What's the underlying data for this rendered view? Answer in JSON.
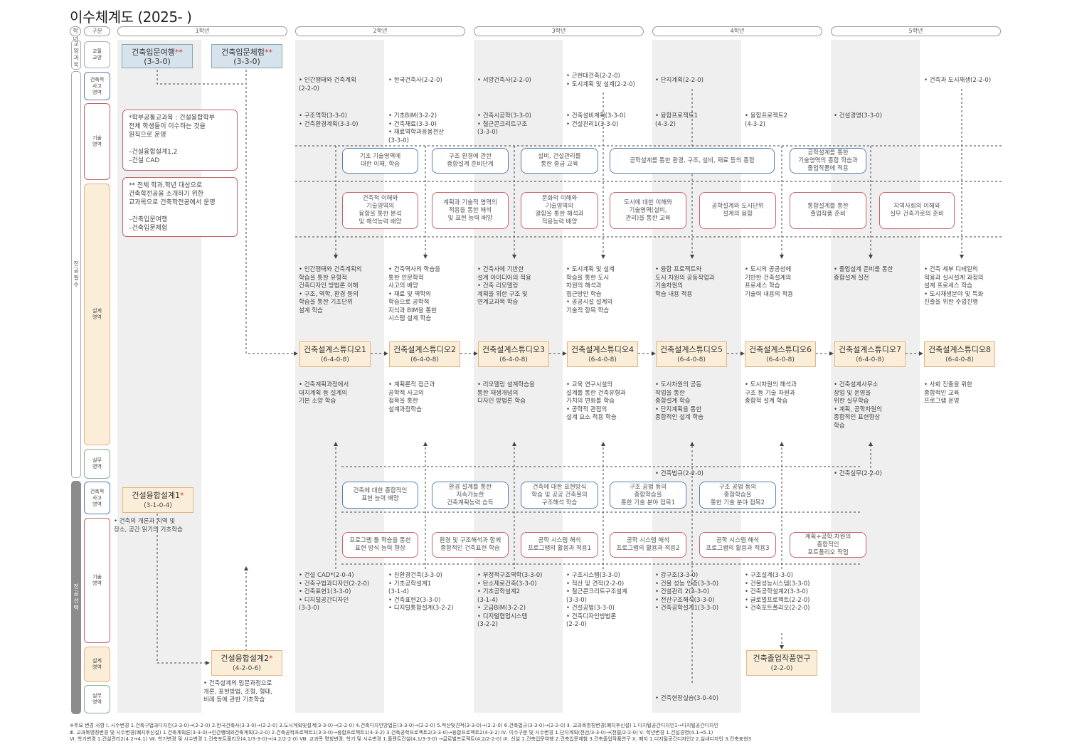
{
  "title": "이수체계도 (2025- )",
  "header": {
    "col_year": "학년",
    "col_type": "구분",
    "years": [
      "1학년",
      "2학년",
      "3학년",
      "4학년",
      "5학년"
    ]
  },
  "left_groups": {
    "general": "교양과목",
    "major_required": "전공필수",
    "major_elective": "전공선택"
  },
  "categories": {
    "general_edu": "교필\n교양",
    "req_thinking": "건축적\n사고\n영역",
    "req_tech": "기술\n영역",
    "req_design": "설계\n영역",
    "req_practice": "실무\n영역",
    "ele_thinking": "건축적\n사고\n영역",
    "ele_tech": "기술\n영역",
    "ele_design": "설계\n영역",
    "ele_practice": "실무\n영역"
  },
  "entry": {
    "trip": {
      "name": "건축입문여행",
      "star": "**",
      "credit": "(3-3-0)"
    },
    "exp": {
      "name": "건축입문체험",
      "star": "**",
      "credit": "(3-3-0)"
    }
  },
  "notes_left": {
    "a": "*학부공통교과목 : 건설융합학부\n  전체 학생들이 이수하는 것을\n  원칙으로 운영\n\n–건설융합설계1,2\n–건설 CAD",
    "b": "** 전체 학과,학년 대상으로\n   건축학전공을 소개하기 위한\n   교과목으로 건축학전공에서 운영\n\n–건축입문여행\n–건축입문체험"
  },
  "req_thinking_courses": {
    "c2a": "• 인간행태와 건축계획\n  (2-2-0)",
    "c2b": "• 한국건축사(2-2-0)",
    "c3a": "• 서양건축사(2-2-0)",
    "c3b": "• 근현대건축(2-2-0)\n• 도시계획 및 설계(2-2-0)",
    "c4a": "• 단지계획(2-2-0)",
    "c5b": "• 건축과 도시재생(2-2-0)"
  },
  "req_tech_courses": {
    "c2a": "• 구조역학(3-3-0)\n• 건축환경계획(3-3-0)",
    "c2b": "• 기초BIM(3-2-2)\n• 건축재료(3-3-0)\n• 재료역학과응용전산\n  (3-3-0)",
    "c3a": "• 건축시공학(3-3-0)\n• 철근콘크리트구조\n  (3-3-0)",
    "c3b": "• 건축설비계획(3-3-0)\n• 건설관리1(3-3-0)",
    "c4a": "• 융합프로젝트1\n  (4-3-2)",
    "c4b": "• 융합프로젝트2\n  (4-3-2)",
    "c5a": "• 건설경영(3-3-0)"
  },
  "blue_pills_top": [
    "기초 기술영역에\n대한 이해, 학습",
    "구조 환경에 관한\n종합설계 준비단계",
    "설비, 건설관리를\n통한 중급 교육",
    "공학설계를 통한 환경, 구조, 설비, 재료 등의 종합",
    "공학설계를 통한\n기술영역의 종합 학습과\n졸업작품에 적용"
  ],
  "red_pills_top": [
    "건축적 이해와\n기술영역의\n융합을 통한 분석\n및 해석능력 배양",
    "계획과 기술적 영역의\n적용을 통한 해석\n및 표현 능력 배양",
    "문화의 이해와\n기술영역의\n결합을 통한 해석과\n적용능력 배양",
    "도시에 대한 이해와\n기술영역(설비,\n관리)을 통한 교육",
    "공학설계와 도시단위\n설계의 융합",
    "통합설계를 통한\n졸업작품 준비",
    "지역사회의 이해와\n실무 건축가로의 준비"
  ],
  "design_desc_top": [
    "• 인간행태와 건축계획의\n  학습을 통한 유형적\n  건축디자인 방법론 이해\n• 구조, 역학, 환경 등의\n  학습을 통한 기초단위\n  설계 학습",
    "• 건축역사의 학습을\n  통한 인문학적\n  사고의 배양\n• 재료 및 역학의\n  학습으로 공학적\n  지식과 BIM을 통한\n  시스템 설계 학습",
    "• 건축사에 기반한\n  설계 아이디어의 적용\n• 건축 리모델링\n  계획을 위한 구조 및\n  연계교과목 학습",
    "• 도시계획 및 설계\n  학습을 통한 도시\n  차원의 해석과\n  접근방안 학습\n• 공공시설 설계의\n  기술적 항목 학습",
    "• 융합 프로젝트와\n  도시 차원의 공동작업과\n  기술차원의\n  학습 내용 적용",
    "• 도시의 공공성에\n  기반한 건축설계의\n  프로세스 학습\n  기술력 내용의 적용",
    "• 졸업설계 준비를 통한\n  종합설계 실전",
    "• 건축 세부 디테일의\n  적용과 실시설계 과정의\n  설계 프로세스 학습\n• 도시재생분야 및 특화\n  진출을 위한 수업진행"
  ],
  "studios": [
    {
      "name": "건축설계스튜디오1",
      "credit": "(6-4-0-8)"
    },
    {
      "name": "건축설계스튜디오2",
      "credit": "(6-4-0-8)"
    },
    {
      "name": "건축설계스튜디오3",
      "credit": "(6-4-0-8)"
    },
    {
      "name": "건축설계스튜디오4",
      "credit": "(6-4-0-8)"
    },
    {
      "name": "건축설계스튜디오5",
      "credit": "(6-4-0-8)"
    },
    {
      "name": "건축설계스튜디오6",
      "credit": "(6-4-0-8)"
    },
    {
      "name": "건축설계스튜디오7",
      "credit": "(6-4-0-8)"
    },
    {
      "name": "건축설계스튜디오8",
      "credit": "(6-4-0-8)"
    }
  ],
  "design_desc_bottom": [
    "• 건축계획과정에서\n  대지계획 등 설계의\n  기본 소양 학습",
    "• 계획론적 접근과\n  공학적 사고의\n  접목을 통한\n  설계과정학습",
    "• 리모델링 설계학습을\n  통한 재생개념의\n  디자인 방법론 학습",
    "• 교육 연구시설의\n  설계를 통한 건축유형과\n  가치의 변화를 학습\n• 공학적 관점의\n  설계 요소 적용 학습",
    "• 도시차원의 공동\n  작업을 통한\n  종합설계 학습\n• 단지계획을 통한\n  종합적인 설계 학습",
    "• 도시차원의 해석과\n  구조 등 기술 차원과\n  종합적 설계 학습",
    "• 건축설계사무소\n  창업 및 운영을\n  위한 실무학습\n• 계획, 공학차원의\n  종합적인 표현향상\n  학습",
    "• 사회 진출을 위한\n  종합적인 교육\n  프로그램 운영"
  ],
  "req_practice": {
    "c4a": "• 건축법규(2-2-0)",
    "c5a": "• 건축실무(2-2-0)"
  },
  "fusion1": {
    "name": "건설융합설계1",
    "star": "*",
    "credit": "(3-1-0-4)",
    "desc": "• 건축의 개론과 지역 및\n  장소, 공간 읽기의 기초학습"
  },
  "blue_pills_bottom": [
    "건축에 대한 종합적인\n표현 능력 배양",
    "환경 설계를 통한\n지속가능한\n건축계획능력 습득",
    "건축에 대한 표현방식\n학습 및 공공 건축물의\n구조해석 학습",
    "구조 공법 등의\n종합학습을\n통한 기술 분야 접목1",
    "구조 공법 등의\n종합학습을\n통한 기술 분야 접목2"
  ],
  "red_pills_bottom": [
    "프로그램 툴 학습을 통한\n표현 방식 능력 향상",
    "환경 및 구조해석과 함께\n종합적인 건축표현 학습",
    "공학 시스템 해석\n프로그램의 활용과 적용1",
    "공학 시스템 해석\n프로그램의 활용과 적용2",
    "공학 시스템 해석\n프로그램의 활용과 적용3",
    "계획+공학 차원의\n종합적인\n포트폴리오 작업"
  ],
  "ele_tech_courses": {
    "c2a": "• 건설 CAD*(2-0-4)\n• 건축구법과디자인(2-2-0)\n• 건축표현1(3-3-0)\n• 디지털공간디자인\n  (3-3-0)",
    "c2b": "• 친환경건축(3-3-0)\n• 기초공학설계1\n  (3-1-4)\n• 건축표현2(3-3-0)\n• 디지털통합설계(3-2-2)",
    "c3a": "• 부정적구조역학(3-3-0)\n• 탄소제로건축(3-3-0)\n• 기초공학설계2\n  (3-1-4)\n• 고급BIM(3-2-2)\n• 디지털협업시스템\n  (3-2-2)",
    "c3b": "• 구조시스템(3-3-0)\n• 적산 및 견적(2-2-0)\n• 철근콘크리트구조설계\n  (3-3-0)\n• 건설공법(3-3-0)\n• 건축디자인방법론\n  (2-2-0)",
    "c4a": "• 강구조(3-3-0)\n• 건물 성능 인증(3-3-0)\n• 건설관리 2(3-3-0)\n• 전산구조해석(3-3-0)\n• 건축공학설계1(3-3-0)",
    "c4b": "• 구조설계(3-3-0)\n• 건물성능시스템(3-3-0)\n• 건축공학설계2(3-3-0)\n• 글로벌프로젝트(2-2-0)\n• 건축포트폴리오(2-2-0)"
  },
  "fusion2": {
    "name": "건설융합설계2",
    "star": "*",
    "credit": "(4-2-0-6)",
    "desc": "• 건축설계의 입문과정으로\n  개론, 표현방법, 조형, 형태,\n  비례 등에 관한 기초학습"
  },
  "grad": {
    "name": "건축졸업작품연구",
    "credit": "(2-2-0)"
  },
  "ele_practice": {
    "c4a": "• 건축현장실습(3-0-40)"
  },
  "footnote": "※주요 변경 사항 Ⅰ. 시수변경 1.건축구법과디자인(3-3-0)→(2-2-0) 2.한국건축사(3-3-0)→(2-2-0) 3.도시계획및설계(3-3-0)→(2-2-0) 4.건축디자인방법론(3-3-0)→(2-2-0) 5.적산및견적(3-3-0)→(2-2-0) 6.건축법규(3-3-0)→(2-2-0)  Ⅱ. 교과목명칭변경(폐지후신설) 1.디지털공간디자인1→디지털공간디자인\n    Ⅲ. 교과목명칭변경 및 시수변경(폐지후신설) 1.건축계획론(3-3-0)→인간행태와건축계획(2-2-0) 2.건축공학프로젝트1(3-3-0)→융합프로젝트1(4-3-2) 3.건축공학프로젝트2(3-3-0)→융합프로젝트2(4-3-2)  Ⅳ. 이수구분 및 시수변경 1.단지계획(전선/3-3-0)→(전필/2-2-0)  Ⅴ. 학년변경 1.건설경영(4.1→5.1)\n    Ⅵ. 학기변경 1.건설관리2(4.2→4.1)  Ⅶ. 학기변경 및 시수변경 1.건축포트폴리오(4.1/3-3-0)→(4.2/2-2-0)  Ⅷ. 교과목 명칭변경, 학기 및 시수변경 1.플랜트건설(4.1/3-3-0) →글로벌프로젝트(4.2/2-2-0)  Ⅸ. 신설 1.건축입문여행 2.건축입문체험 3.건축졸업작품연구  Ⅹ. 폐지 1.디지털공간디자인2 2.실내디자인 3.건축표현3"
}
